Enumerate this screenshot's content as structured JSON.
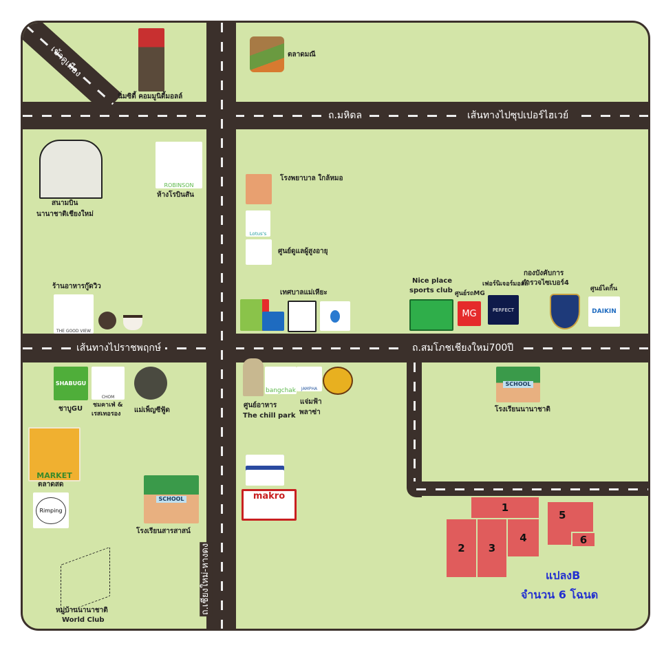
{
  "roads": {
    "mahidol": "ถ.มหิดล",
    "to_superhighway": "เส้นทางไปซุปเปอร์ไฮเวย์",
    "to_ratchaphruek": "เส้นทางไปราชพฤกษ์",
    "sompot": "ถ.สมโภชเชียงใหม่700ปี",
    "chiangmai_hangdong": "ถ.เชียงใหม่-หางดง",
    "to_old_city": "เข้าคูเมือง"
  },
  "places": {
    "nim_city": "นิ่มซิตี้ คอมมูนิตี้มอลล์",
    "talat_manee": "ตลาดมณี",
    "airport_1": "สนามบิน",
    "airport_2": "นานาชาติเชียงใหม่",
    "robinson": "ห้างโรบินสัน",
    "robinson_logo": "ROBINSON",
    "hospital": "โรงพยาบาล ใกล้หมอ",
    "lotus_logo": "Lotus's",
    "elderly_center": "ศูนย์ดูแลผู้สูงอายุ",
    "good_view": "ร้านอาหารกู๊ดวิว",
    "good_view_logo": "THE GOOD VIEW",
    "mae_hia": "เทศบาลแม่เหียะ",
    "nice_place_1": "Nice place",
    "nice_place_2": "sports club",
    "mg_center": "ศูนย์รถMG",
    "mg_logo": "MG",
    "furniture_mall": "เฟอร์นิเจอร์มอลล์",
    "perfect_logo": "PERFECT",
    "police_1": "กองบังคับการ",
    "police_2": "ตำรวจไซเบอร์4",
    "daikin": "ศูนย์ไดกิ้น",
    "daikin_logo": "DAIKIN",
    "shabu_gu": "ชาบูGU",
    "shabu_logo": "SHABUGU",
    "chom_1": "ชมคาเฟ่ &",
    "chom_2": "เรสเทอรอง",
    "chom_logo": "CHOM",
    "mae_pen": "แม่เพ็ญซีฟู้ด",
    "chill_park_1": "ศูนย์อาหาร",
    "chill_park_2": "The chill park",
    "bangchak_logo": "bangchak",
    "jampha_1": "แจ่มฟ้า",
    "jampha_2": "พลาซ่า",
    "jampha_logo": "JAMPHA",
    "intl_school": "โรงเรียนนานาชาติ",
    "market_logo": "MARKET",
    "fresh_market": "ตลาดสด",
    "rimping_logo": "Rimping",
    "saraslarn_school": "โรงเรียนสารสาสน์",
    "world_club_1": "หมู่บ้านนานาชาติ",
    "world_club_2": "World Club",
    "makro_logo": "makro",
    "school_sign": "SCHOOL"
  },
  "plots": [
    "1",
    "2",
    "3",
    "4",
    "5",
    "6"
  ],
  "plot_group": {
    "title": "แปลงB",
    "count": "จำนวน 6 โฉนด"
  },
  "colors": {
    "road": "#3b302b",
    "land": "#d3e5a8",
    "plot": "#e05c5c",
    "label_blue": "#2330d0"
  }
}
